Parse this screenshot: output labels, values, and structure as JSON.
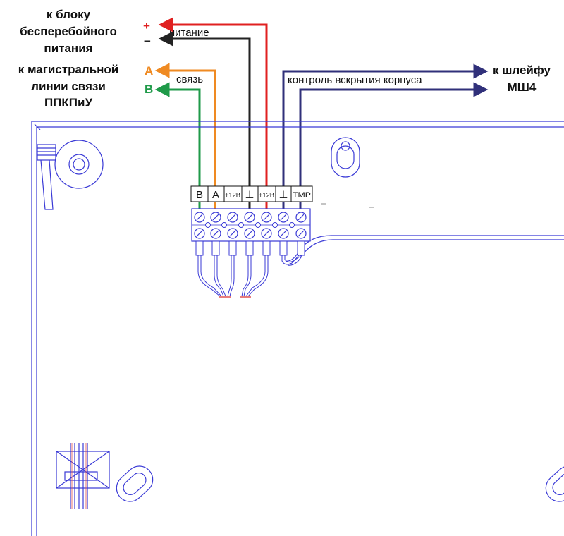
{
  "left_labels": {
    "ups": [
      "к блоку",
      "бесперебойного",
      "питания"
    ],
    "line": [
      "к магистральной",
      "линии связи",
      "ППКПиУ"
    ]
  },
  "right_label": [
    "к шлейфу",
    "МШ4"
  ],
  "signs": {
    "plus": "+",
    "minus": "−",
    "a": "А",
    "b": "В"
  },
  "wire_labels": {
    "power": "питание",
    "comm": "связь",
    "tamper": "контроль вскрытия корпуса"
  },
  "terminals": [
    "B",
    "A",
    "+12B",
    "⊥",
    "+12B",
    "⊥",
    "TMP"
  ],
  "colors": {
    "red": "#e02020",
    "black": "#222222",
    "orange": "#ef8a22",
    "green": "#1f9a49",
    "navy": "#30307a",
    "drawing": "#3a3ad6"
  }
}
